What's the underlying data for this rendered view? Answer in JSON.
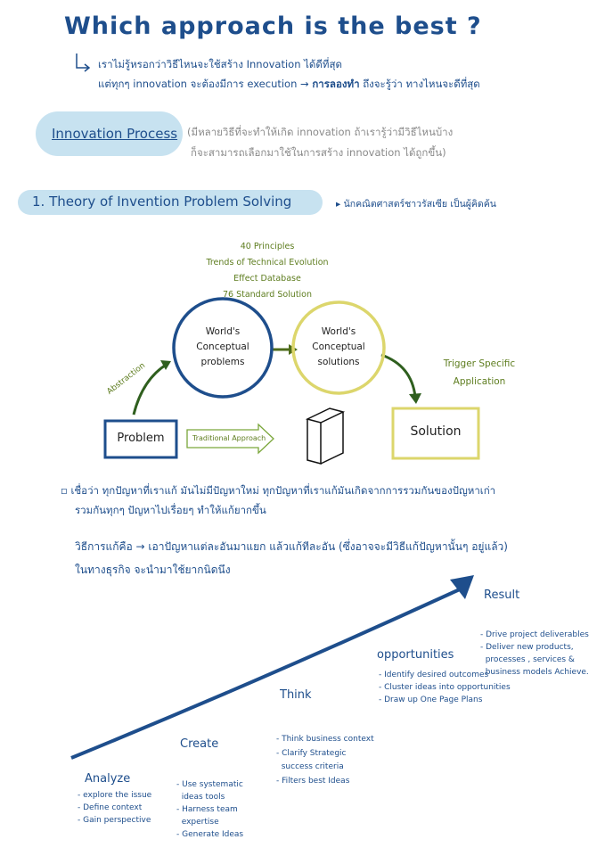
{
  "title": "Which approach is the best ?",
  "intro": {
    "line1": "เราไม่รู้หรอกว่าวิธีไหนจะใช้สร้าง Innovation ได้ดีที่สุด",
    "line2a": "แต่ทุกๆ innovation จะต้องมีการ execution →",
    "line2b": "การลองทำ",
    "line2c": "ถึงจะรู้ว่า ทางไหนจะดีที่สุด"
  },
  "innovation_process": {
    "label": "Innovation Process",
    "note1": "(มีหลายวิธีที่จะทำให้เกิด innovation ถ้าเรารู้ว่ามีวิธีไหนบ้าง",
    "note2": "ก็จะสามารถเลือกมาใช้ในการสร้าง innovation ได้ถูกขึ้น)"
  },
  "triz": {
    "label": "1. Theory of Invention Problem Solving",
    "note": "▸ นักคณิตศาสตร์ชาวรัสเซีย เป็นผู้คิดค้น"
  },
  "diagram": {
    "tools": [
      "40 Principles",
      "Trends of Technical Evolution",
      "Effect Database",
      "76 Standard Solution"
    ],
    "circle_problems": [
      "World's",
      "Conceptual",
      "problems"
    ],
    "circle_solutions": [
      "World's",
      "Conceptual",
      "solutions"
    ],
    "abstraction": "Abstraction",
    "trigger": [
      "Trigger Specific",
      "Application"
    ],
    "problem": "Problem",
    "traditional": "Traditional Approach",
    "solution": "Solution"
  },
  "belief": {
    "line1": "▫ เชื่อว่า ทุกปัญหาที่เราแก้ มันไม่มีปัญหาใหม่ ทุกปัญหาที่เราแก้มันเกิดจากการรวมกันของปัญหาเก่า",
    "line2": "รวมกันทุกๆ ปัญหาไปเรื่อยๆ ทำให้แก้ยากขึ้น"
  },
  "method": {
    "line1": "วิธีการแก้คือ → เอาปัญหาแต่ละอันมาแยก แล้วแก้ทีละอัน (ซึ่งอาจจะมีวิธีแก้ปัญหานั้นๆ อยู่แล้ว)",
    "line2": "ในทางธุรกิจ จะนำมาใช้ยากนิดนึง"
  },
  "stages": [
    {
      "name": "Analyze",
      "items": [
        "- explore the issue",
        "- Define context",
        "- Gain perspective"
      ]
    },
    {
      "name": "Create",
      "items": [
        "- Use systematic",
        "  ideas tools",
        "- Harness team",
        "  expertise",
        "- Generate Ideas"
      ]
    },
    {
      "name": "Think",
      "items": [
        "- Think business context",
        "- Clarify Strategic",
        "  success criteria",
        "- Filters best Ideas"
      ]
    },
    {
      "name": "opportunities",
      "items": [
        "- Identify desired outcomes",
        "- Cluster ideas into opportunities",
        "- Draw up One Page Plans"
      ]
    },
    {
      "name": "Result",
      "items": [
        "- Drive project deliverables",
        "- Deliver new products,",
        "  processes , services &",
        "  business models Achieve."
      ]
    }
  ],
  "colors": {
    "blue": "#1e4e8c",
    "green": "#5e7d1f",
    "yellow": "#dcd66c",
    "pill": "#c7e2f0"
  }
}
